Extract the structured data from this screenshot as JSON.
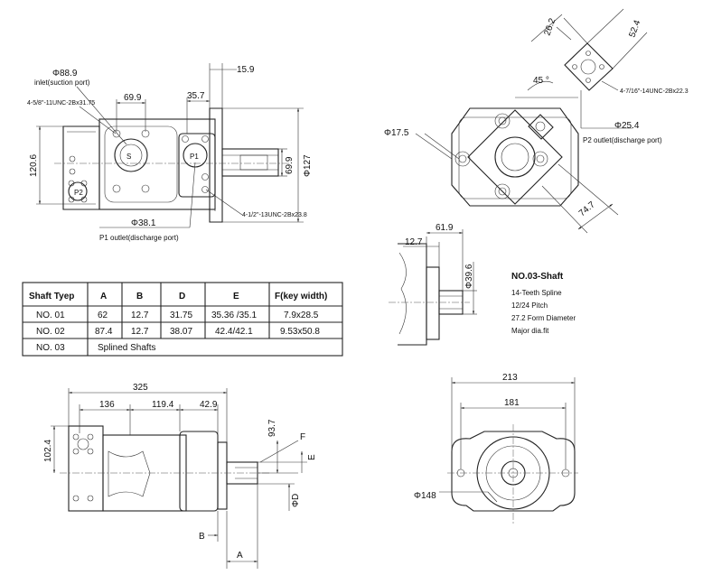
{
  "top_view": {
    "d_inlet": "Φ88.9",
    "inlet_label": "inlet(suction port)",
    "thread_inlet": "4-5/8\"-11UNC-2Bx31.75",
    "dim_69_9_top": "69.9",
    "dim_35_7": "35.7",
    "dim_15_9": "15.9",
    "dim_120_6": "120.6",
    "dim_69_9_right": "69.9",
    "d_127": "Φ127",
    "thread_outlet": "4-1/2\"-13UNC-2Bx23.8",
    "d_outlet": "Φ38.1",
    "outlet_label": "P1 outlet(discharge port)",
    "port_s": "S",
    "port_p1": "P1",
    "port_p2": "P2"
  },
  "end_view": {
    "dim_26_2": "26.2",
    "dim_52_4": "52.4",
    "angle": "45 °",
    "thread": "4-7/16\"-14UNC-2Bx22.3",
    "d_17_5": "Φ17.5",
    "d_25_4": "Φ25.4",
    "outlet_label": "P2 outlet(discharge port)",
    "dim_74_7": "74.7"
  },
  "shaft_detail": {
    "dim_61_9": "61.9",
    "dim_12_7": "12.7",
    "d_39_6": "Φ39.6",
    "title": "NO.03-Shaft",
    "spec1": "14-Teeth Spline",
    "spec2": "12/24 Pitch",
    "spec3": "27.2 Form Diameter",
    "spec4": "Major dia.fit"
  },
  "table": {
    "headers": [
      "Shaft Tyep",
      "A",
      "B",
      "D",
      "E",
      "F(key width)"
    ],
    "rows": [
      [
        "NO. 01",
        "62",
        "12.7",
        "31.75",
        "35.36 /35.1",
        "7.9x28.5"
      ],
      [
        "NO. 02",
        "87.4",
        "12.7",
        "38.07",
        "42.4/42.1",
        "9.53x50.8"
      ]
    ],
    "row3_type": "NO. 03",
    "row3_text": "Splined Shafts"
  },
  "side_view": {
    "dim_325": "325",
    "dim_136": "136",
    "dim_119_4": "119.4",
    "dim_42_9": "42.9",
    "dim_102_4": "102.4",
    "dim_93_7": "93.7",
    "lbl_f": "F",
    "lbl_e": "E",
    "lbl_d": "ΦD",
    "lbl_b": "B",
    "lbl_a": "A"
  },
  "front_view": {
    "dim_213": "213",
    "dim_181": "181",
    "d_148": "Φ148"
  }
}
